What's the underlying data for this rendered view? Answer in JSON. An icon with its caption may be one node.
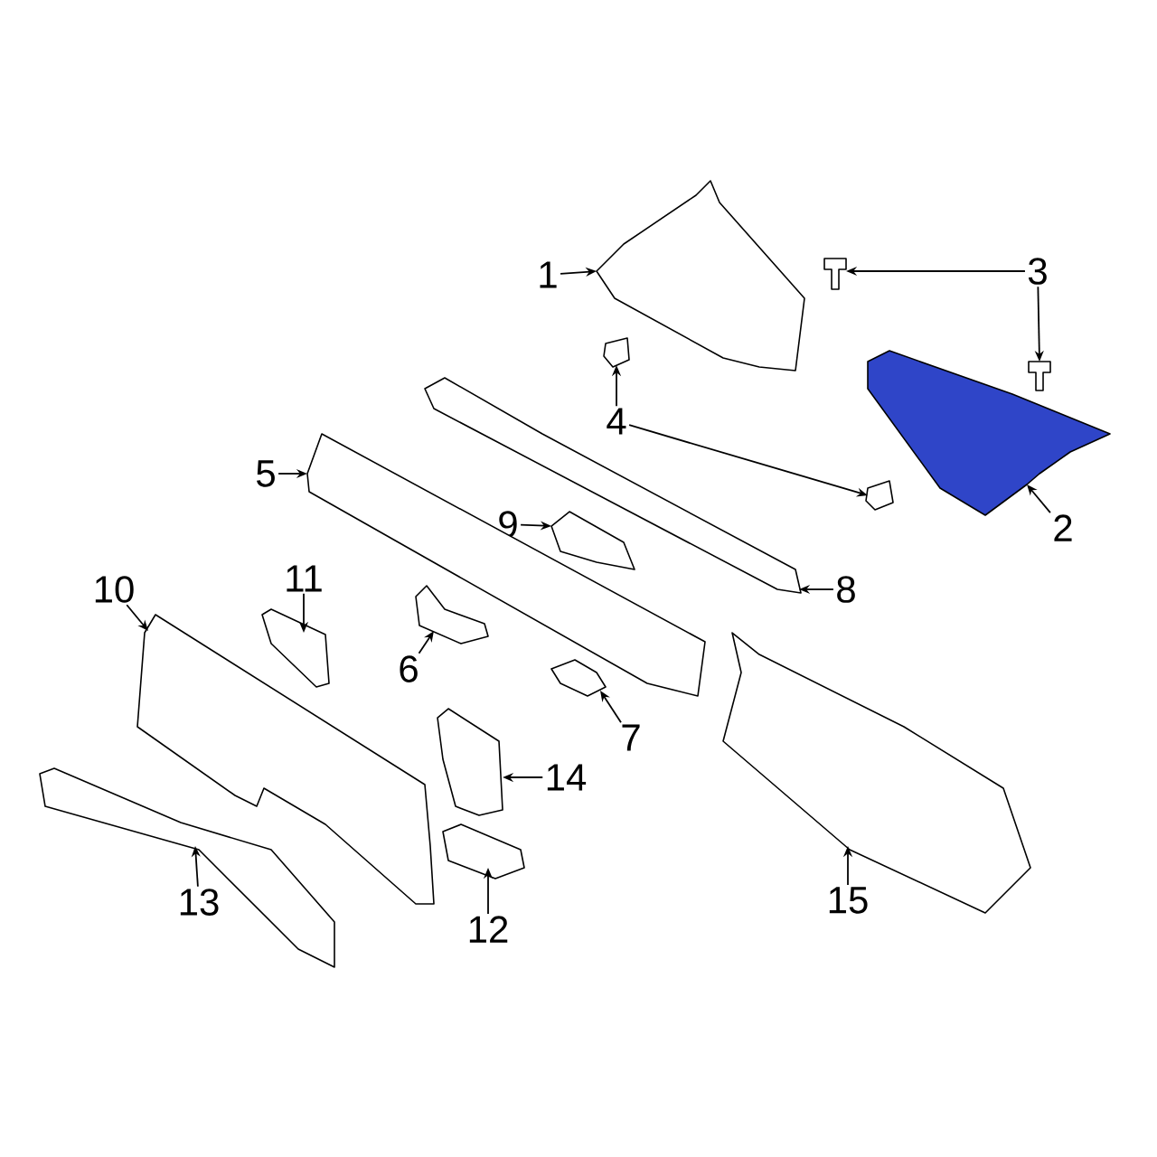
{
  "diagram": {
    "nodes": [
      {
        "text": [
          "1"
        ]
      },
      {
        "text": [
          "2"
        ]
      },
      {
        "text": [
          "3"
        ]
      },
      {
        "text": [
          "4"
        ]
      },
      {
        "text": [
          "5"
        ]
      },
      {
        "text": [
          "6"
        ]
      },
      {
        "text": [
          "7"
        ]
      },
      {
        "text": [
          "8"
        ]
      },
      {
        "text": [
          "9"
        ]
      },
      {
        "text": [
          "10"
        ]
      },
      {
        "text": [
          "11"
        ]
      },
      {
        "text": [
          "12"
        ]
      },
      {
        "text": [
          "13"
        ]
      },
      {
        "text": [
          "14"
        ]
      },
      {
        "text": [
          "15"
        ]
      },
      {
        "text": [],
        "shape": "picture"
      },
      {
        "text": [],
        "shape": "picture"
      },
      {
        "text": [],
        "shape": "picture"
      },
      {
        "text": [],
        "shape": "picture"
      },
      {
        "text": [],
        "shape": "picture"
      },
      {
        "text": [],
        "shape": "picture"
      },
      {
        "text": [],
        "shape": "picture"
      },
      {
        "text": [],
        "shape": "picture"
      },
      {
        "text": [],
        "shape": "picture"
      },
      {
        "text": [],
        "shape": "picture"
      },
      {
        "text": [],
        "shape": "picture"
      },
      {
        "text": [],
        "shape": "picture"
      },
      {
        "text": [],
        "shape": "picture"
      },
      {
        "text": [],
        "shape": "picture"
      },
      {
        "text": [],
        "shape": "picture"
      },
      {
        "text": [],
        "shape": "picture"
      },
      {
        "text": [],
        "shape": "picture"
      }
    ],
    "edges": [
      {
        "from": 0,
        "to": 15,
        "arrow": "to"
      },
      {
        "from": 1,
        "to": 16,
        "arrow": "to"
      },
      {
        "from": 2,
        "to": 17,
        "arrow": "to"
      },
      {
        "from": 2,
        "to": 18,
        "arrow": "to"
      },
      {
        "from": 3,
        "to": 19,
        "arrow": "to"
      },
      {
        "from": 3,
        "to": 20,
        "arrow": "to"
      },
      {
        "from": 4,
        "to": 21,
        "arrow": "to"
      },
      {
        "from": 5,
        "to": 22,
        "arrow": "to"
      },
      {
        "from": 6,
        "to": 23,
        "arrow": "to"
      },
      {
        "from": 7,
        "to": 24,
        "arrow": "to"
      },
      {
        "from": 8,
        "to": 25,
        "arrow": "to"
      },
      {
        "from": 9,
        "to": 26,
        "arrow": "to"
      },
      {
        "from": 10,
        "to": 27,
        "arrow": "to"
      },
      {
        "from": 11,
        "to": 28,
        "arrow": "to"
      },
      {
        "from": 12,
        "to": 29,
        "arrow": "to"
      },
      {
        "from": 13,
        "to": 30,
        "arrow": "to"
      },
      {
        "from": 14,
        "to": 31,
        "arrow": "to"
      }
    ]
  }
}
